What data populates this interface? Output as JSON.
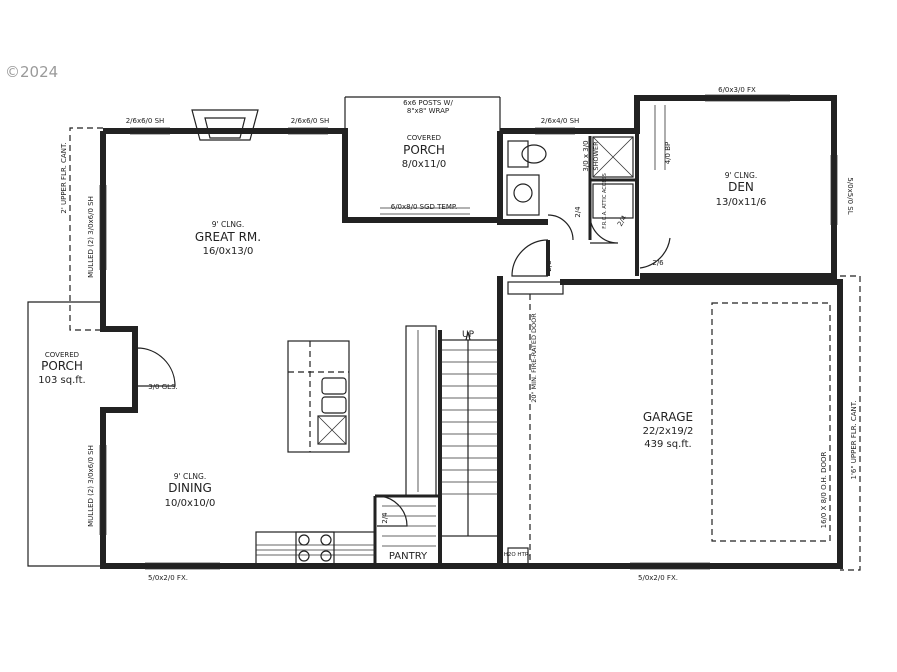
{
  "copyright": "©2024",
  "rooms": {
    "great_room": {
      "ceiling": "9' CLNG.",
      "name": "GREAT RM.",
      "size": "16/0x13/0"
    },
    "dining": {
      "ceiling": "9' CLNG.",
      "name": "DINING",
      "size": "10/0x10/0"
    },
    "porch_top": {
      "post_note_1": "6x6 POSTS W/",
      "post_note_2": "8\"x8\" WRAP",
      "covered": "COVERED",
      "name": "PORCH",
      "size": "8/0x11/0"
    },
    "porch_left": {
      "covered": "COVERED",
      "name": "PORCH",
      "size": "103 sq.ft."
    },
    "den": {
      "ceiling": "9' CLNG.",
      "name": "DEN",
      "size": "13/0x11/6"
    },
    "garage": {
      "name": "GARAGE",
      "size": "22/2x19/2",
      "area": "439 sq.ft."
    },
    "pantry": {
      "name": "PANTRY"
    }
  },
  "labels": {
    "win_top_left": "2/6x6/0 SH",
    "win_top_mid": "2/6x6/0 SH",
    "win_bath": "2/6x4/0 SH",
    "win_den_top": "6/0x3/0 FX",
    "win_den_right": "5/0x5/0 SL",
    "win_bottom_left": "5/0x2/0 FX.",
    "win_bottom_right": "5/0x2/0 FX.",
    "win_great_side": "MULLED (2) 3/0x6/0 SH",
    "win_dining_side": "MULLED (2) 3/0x6/0 SH",
    "sgd": "6/0x8/0 SGD TEMP.",
    "gls_door": "3/0 GLS.",
    "upper_cant_left": "2' UPPER FLR. CANT.",
    "upper_cant_right": "1'6\" UPPER FLR. CANT.",
    "shower": "SHOWER",
    "shower_size": "3/0 x 3/0",
    "bp": "4/0 BP",
    "door_24a": "2/4",
    "door_24b": "2/4",
    "door_26": "2/6",
    "door_28": "2/8",
    "door_24c": "2/4",
    "fire_door": "20\" MIN. FIRE-RATED DOOR",
    "oh_door": "16/0 X 8/0 O.H. DOOR",
    "stairs_up": "UP",
    "water_heater": "H2O HTR.",
    "fire_access": "F.R.C.A. ATTIC ACCESS"
  }
}
